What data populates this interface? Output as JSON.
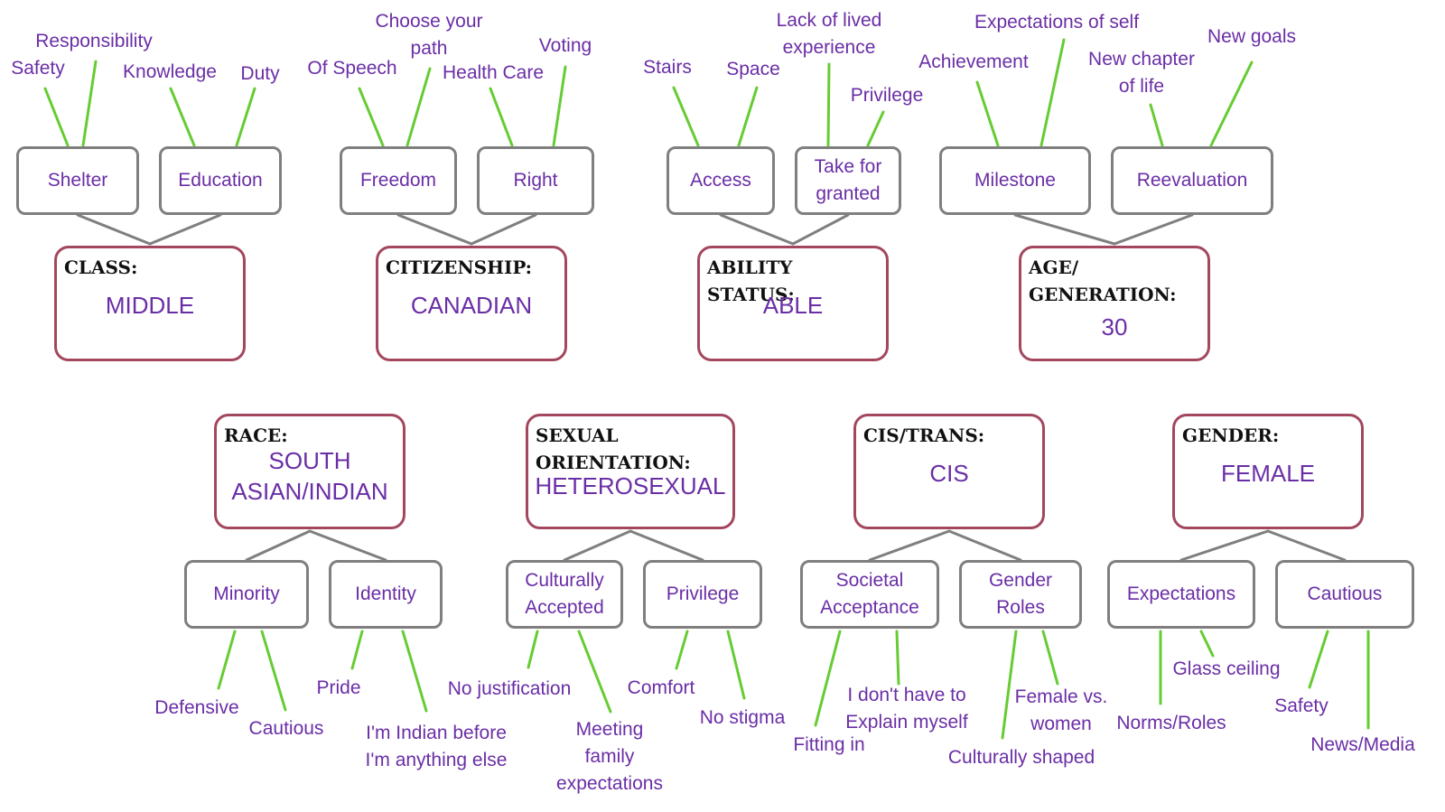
{
  "diagram": {
    "colors": {
      "main_border": "#a3475f",
      "sub_border": "#7f7f7f",
      "connector": "#7f7f7f",
      "leaf_line": "#66cc33",
      "text_purple": "#6a2ea6",
      "label_black": "#111111"
    },
    "groups": [
      {
        "label": "CLASS:",
        "value": "MIDDLE",
        "subs": [
          {
            "text": "Shelter",
            "leaves": [
              "Safety",
              "Responsibility"
            ]
          },
          {
            "text": "Education",
            "leaves": [
              "Knowledge",
              "Duty"
            ]
          }
        ]
      },
      {
        "label": "CITIZENSHIP:",
        "value": "CANADIAN",
        "subs": [
          {
            "text": "Freedom",
            "leaves": [
              "Of Speech",
              "Choose your\npath"
            ]
          },
          {
            "text": "Right",
            "leaves": [
              "Health Care",
              "Voting"
            ]
          }
        ]
      },
      {
        "label": "ABILITY STATUS:",
        "value": "ABLE",
        "subs": [
          {
            "text": "Access",
            "leaves": [
              "Stairs",
              "Space"
            ]
          },
          {
            "text": "Take for\ngranted",
            "leaves": [
              "Lack of lived\nexperience",
              "Privilege"
            ]
          }
        ]
      },
      {
        "label": "AGE/\nGENERATION:",
        "value": "30",
        "subs": [
          {
            "text": "Milestone",
            "leaves": [
              "Achievement",
              "Expectations of self"
            ]
          },
          {
            "text": "Reevaluation",
            "leaves": [
              "New chapter\nof life",
              "New goals"
            ]
          }
        ]
      },
      {
        "label": "RACE:",
        "value": "SOUTH\nASIAN/INDIAN",
        "subs": [
          {
            "text": "Minority",
            "leaves": [
              "Defensive",
              "Cautious"
            ]
          },
          {
            "text": "Identity",
            "leaves": [
              "Pride",
              "I'm Indian before\nI'm anything else"
            ]
          }
        ]
      },
      {
        "label": "SEXUAL\nORIENTATION:",
        "value": "HETEROSEXUAL",
        "subs": [
          {
            "text": "Culturally\nAccepted",
            "leaves": [
              "No justification",
              "Meeting\nfamily\nexpectations"
            ]
          },
          {
            "text": "Privilege",
            "leaves": [
              "Comfort",
              "No stigma"
            ]
          }
        ]
      },
      {
        "label": "CIS/TRANS:",
        "value": "CIS",
        "subs": [
          {
            "text": "Societal\nAcceptance",
            "leaves": [
              "Fitting in",
              "I don't have to\nExplain myself"
            ]
          },
          {
            "text": "Gender\nRoles",
            "leaves": [
              "Culturally shaped",
              "Female vs.\nwomen"
            ]
          }
        ]
      },
      {
        "label": "GENDER:",
        "value": "FEMALE",
        "subs": [
          {
            "text": "Expectations",
            "leaves": [
              "Norms/Roles",
              "Glass ceiling"
            ]
          },
          {
            "text": "Cautious",
            "leaves": [
              "Safety",
              "News/Media"
            ]
          }
        ]
      }
    ]
  }
}
